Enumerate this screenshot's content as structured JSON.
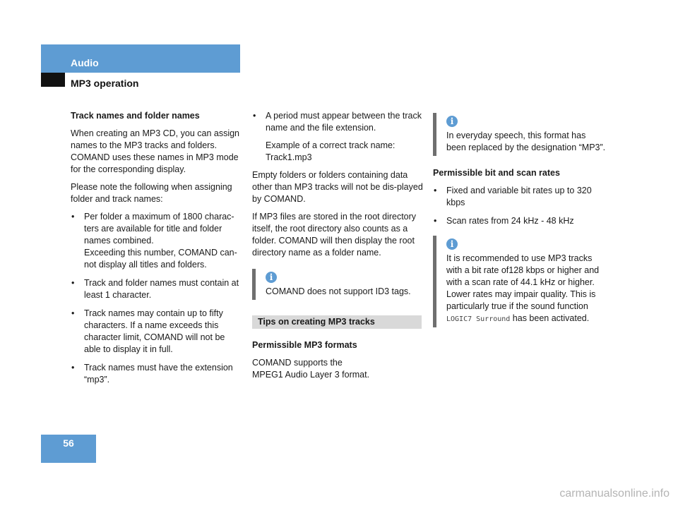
{
  "header": {
    "title": "Audio",
    "subtitle": "MP3 operation"
  },
  "col1": {
    "heading": "Track names and folder names",
    "intro": "When creating an MP3 CD, you can assign names to the MP3 tracks and folders. COMAND uses these names in MP3 mode for the corresponding display.",
    "note": "Please note the following when assigning folder and track names:",
    "bullets": [
      {
        "text": "Per folder a maximum of 1800 charac-ters are available for title and folder names combined.",
        "extra": "Exceeding  this number, COMAND can-not display all titles and folders."
      },
      {
        "text": "Track and folder names must contain at least 1 character."
      },
      {
        "text": "Track names may contain up to fifty characters. If a name exceeds this character limit, COMAND will not be able to display it in full."
      },
      {
        "text": "Track names must have the extension “mp3”."
      }
    ]
  },
  "col2": {
    "bullet1": "A period must appear between the track name and the file extension.",
    "example_label": "Example of a correct track name:",
    "example_value": "Track1.mp3",
    "para1": "Empty folders or folders containing data other than MP3 tracks will not be dis-played by COMAND.",
    "para2": "If MP3 files are stored in the root directory itself, the root directory also counts as a folder. COMAND will then display the root directory name as a folder name.",
    "info": "COMAND does not support ID3 tags.",
    "tips_heading": "Tips on creating MP3 tracks",
    "formats_heading": "Permissible MP3 formats",
    "formats_text": "COMAND supports the MPEG1 Audio Layer 3 format."
  },
  "col3": {
    "info1": "In everyday speech, this format has been replaced by the designation “MP3”.",
    "rates_heading": "Permissible bit and scan rates",
    "rates": [
      "Fixed and variable bit rates up to 320 kbps",
      "Scan rates from 24 kHz - 48 kHz"
    ],
    "info2": "It is recommended to use MP3 tracks with a bit rate of128 kbps or higher and with a scan rate of 44.1 kHz or higher. Lower rates may impair quality. This is particularly true if the sound function",
    "info2_code": "LOGIC7 Surround",
    "info2_end": " has been activated."
  },
  "icons": {
    "info": "i",
    "bullet": "•"
  },
  "page_number": "56",
  "watermark": "carmanualsonline.info",
  "colors": {
    "accent": "#5e9cd3",
    "tips_bar": "#d9d9d9",
    "info_bar": "#6f6f6f"
  }
}
